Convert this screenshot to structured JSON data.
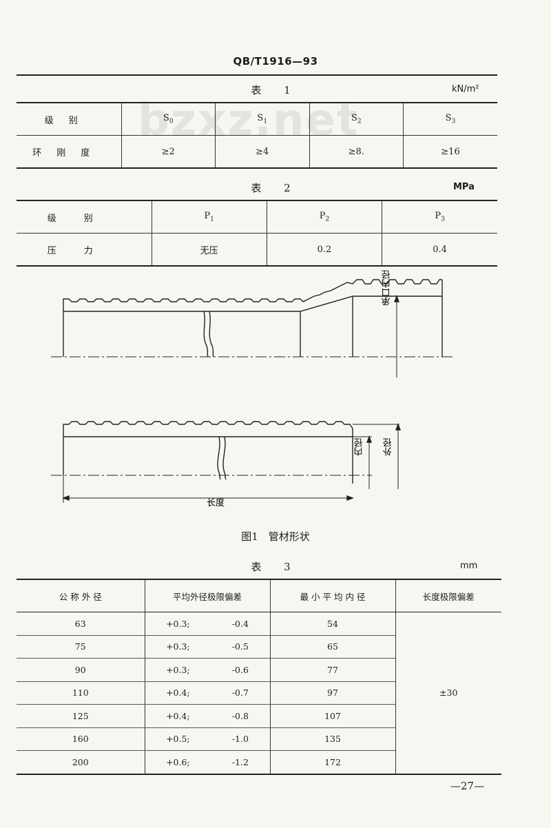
{
  "header": {
    "code": "QB/T",
    "code_mark": "1916—93"
  },
  "watermark": "bzxz.net",
  "table1": {
    "caption": "表 1",
    "unit": "kN/m²",
    "grade_label": "级别",
    "grades": [
      {
        "base": "S",
        "sub": "0"
      },
      {
        "base": "S",
        "sub": "1"
      },
      {
        "base": "S",
        "sub": "2"
      },
      {
        "base": "S",
        "sub": "3"
      }
    ],
    "stiffness_label": "环刚度",
    "stiffness": [
      "≥2",
      "≥4",
      "≥8.",
      "≥16"
    ]
  },
  "table2": {
    "caption": "表 2",
    "unit": "MPa",
    "grade_label": "级别",
    "grades": [
      {
        "base": "P",
        "sub": "1"
      },
      {
        "base": "P",
        "sub": "2"
      },
      {
        "base": "P",
        "sub": "3"
      }
    ],
    "pressure_label": "压力",
    "pressures": [
      "无压",
      "0.2",
      "0.4"
    ]
  },
  "figure": {
    "label_socket": "承口内径",
    "label_inner": "内径",
    "label_outer": "外径",
    "label_length": "长度",
    "caption": "图1　管材形状"
  },
  "table3": {
    "caption": "表 3",
    "unit": "mm",
    "headers": [
      "公 称 外 径",
      "平均外径极限偏差",
      "最 小 平 均 内 径",
      "长度极限偏差"
    ],
    "rows": [
      {
        "od": "63",
        "dev_plus": "+0.3;",
        "dev_minus": "-0.4",
        "min_id": "54"
      },
      {
        "od": "75",
        "dev_plus": "+0.3;",
        "dev_minus": "-0.5",
        "min_id": "65"
      },
      {
        "od": "90",
        "dev_plus": "+0.3;",
        "dev_minus": "-0.6",
        "min_id": "77"
      },
      {
        "od": "110",
        "dev_plus": "+0.4;",
        "dev_minus": "-0.7",
        "min_id": "97"
      },
      {
        "od": "125",
        "dev_plus": "+0.4;",
        "dev_minus": "-0.8",
        "min_id": "107"
      },
      {
        "od": "160",
        "dev_plus": "+0.5;",
        "dev_minus": "-1.0",
        "min_id": "135"
      },
      {
        "od": "200",
        "dev_plus": "+0.6;",
        "dev_minus": "-1.2",
        "min_id": "172"
      }
    ],
    "length_tol": "±30"
  },
  "page_number": "—27—"
}
